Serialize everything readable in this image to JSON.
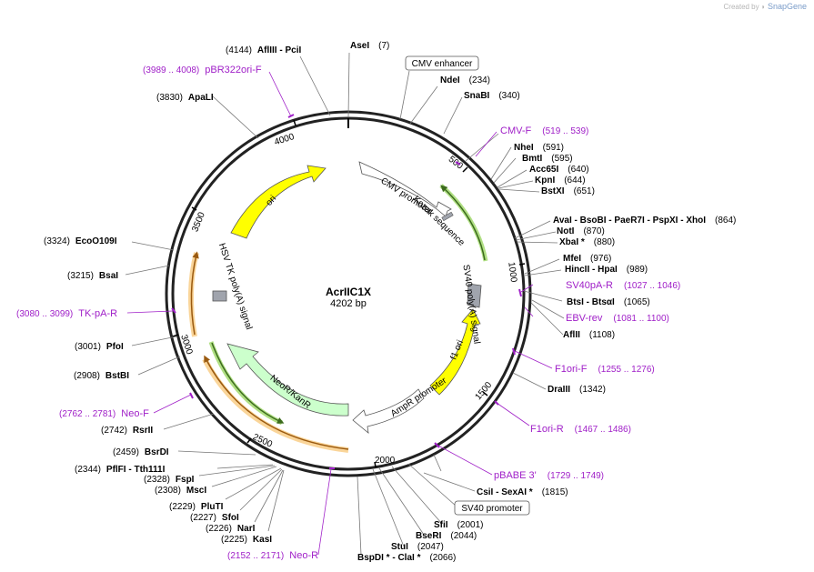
{
  "credit": {
    "prefix": "Created by",
    "brand": "SnapGene"
  },
  "plasmid": {
    "name": "AcrIIC1X",
    "length_label": "4202 bp",
    "length": 4202
  },
  "ticks": [
    "500",
    "1000",
    "1500",
    "2000",
    "2500",
    "3000",
    "3500",
    "4000"
  ],
  "enzymes": [
    {
      "name": "AflIII  - PciI",
      "pos": "(4144)"
    },
    {
      "name": "AseI",
      "pos": "(7)"
    },
    {
      "name": "NdeI",
      "pos": "(234)"
    },
    {
      "name": "SnaBI",
      "pos": "(340)"
    },
    {
      "name": "ApaLI",
      "pos": "(3830)"
    },
    {
      "name": "NheI",
      "pos": "(591)"
    },
    {
      "name": "BmtI",
      "pos": "(595)"
    },
    {
      "name": "Acc65I",
      "pos": "(640)"
    },
    {
      "name": "KpnI",
      "pos": "(644)"
    },
    {
      "name": "BstXI",
      "pos": "(651)"
    },
    {
      "name": "AvaI  - BsoBI  - PaeR7I  - PspXI  - XhoI",
      "pos": "(864)"
    },
    {
      "name": "NotI",
      "pos": "(870)"
    },
    {
      "name": "XbaI *",
      "pos": "(880)"
    },
    {
      "name": "MfeI",
      "pos": "(976)"
    },
    {
      "name": "HincII  - HpaI",
      "pos": "(989)"
    },
    {
      "name": "BtsI  - BtsαI",
      "pos": "(1065)"
    },
    {
      "name": "AflII",
      "pos": "(1108)"
    },
    {
      "name": "DraIII",
      "pos": "(1342)"
    },
    {
      "name": "EcoO109I",
      "pos": "(3324)"
    },
    {
      "name": "BsaI",
      "pos": "(3215)"
    },
    {
      "name": "PfoI",
      "pos": "(3001)"
    },
    {
      "name": "BstBI",
      "pos": "(2908)"
    },
    {
      "name": "RsrII",
      "pos": "(2742)"
    },
    {
      "name": "BsrDI",
      "pos": "(2459)"
    },
    {
      "name": "PflFI  - Tth111I",
      "pos": "(2344)"
    },
    {
      "name": "FspI",
      "pos": "(2328)"
    },
    {
      "name": "MscI",
      "pos": "(2308)"
    },
    {
      "name": "PluTI",
      "pos": "(2229)"
    },
    {
      "name": "SfoI",
      "pos": "(2227)"
    },
    {
      "name": "NarI",
      "pos": "(2226)"
    },
    {
      "name": "KasI",
      "pos": "(2225)"
    },
    {
      "name": "CsiI  - SexAI *",
      "pos": "(1815)"
    },
    {
      "name": "SfiI",
      "pos": "(2001)"
    },
    {
      "name": "BseRI",
      "pos": "(2044)"
    },
    {
      "name": "StuI",
      "pos": "(2047)"
    },
    {
      "name": "BspDI *  - ClaI *",
      "pos": "(2066)"
    }
  ],
  "primers": [
    {
      "name": "pBR322ori-F",
      "range": "(3989 .. 4008)"
    },
    {
      "name": "CMV-F",
      "range": "(519 .. 539)"
    },
    {
      "name": "SV40pA-R",
      "range": "(1027 .. 1046)"
    },
    {
      "name": "EBV-rev",
      "range": "(1081 .. 1100)"
    },
    {
      "name": "TK-pA-R",
      "range": "(3080 .. 3099)"
    },
    {
      "name": "F1ori-F",
      "range": "(1255 .. 1276)"
    },
    {
      "name": "F1ori-R",
      "range": "(1467 .. 1486)"
    },
    {
      "name": "Neo-F",
      "range": "(2762 .. 2781)"
    },
    {
      "name": "pBABE 3'",
      "range": "(1729 .. 1749)"
    },
    {
      "name": "Neo-R",
      "range": "(2152 .. 2171)"
    }
  ],
  "features": {
    "boxed": [
      "CMV enhancer",
      "SV40 promoter"
    ],
    "inner": [
      "CMV promoter",
      "Kozak sequence",
      "SV40 poly(A) signal",
      "f1 ori",
      "AmpR promoter",
      "NeoR/KanR",
      "HSV TK poly(A) signal",
      "ori"
    ]
  },
  "colors": {
    "enzyme": "#000000",
    "primer": "#a020c8",
    "ori_fill": "#ffff00",
    "neo_fill": "#ccffcc",
    "orange_glow": "#f5b246",
    "green_glow": "#8fd14f",
    "gray_box": "#a0a4ad",
    "backbone": "#222222"
  }
}
